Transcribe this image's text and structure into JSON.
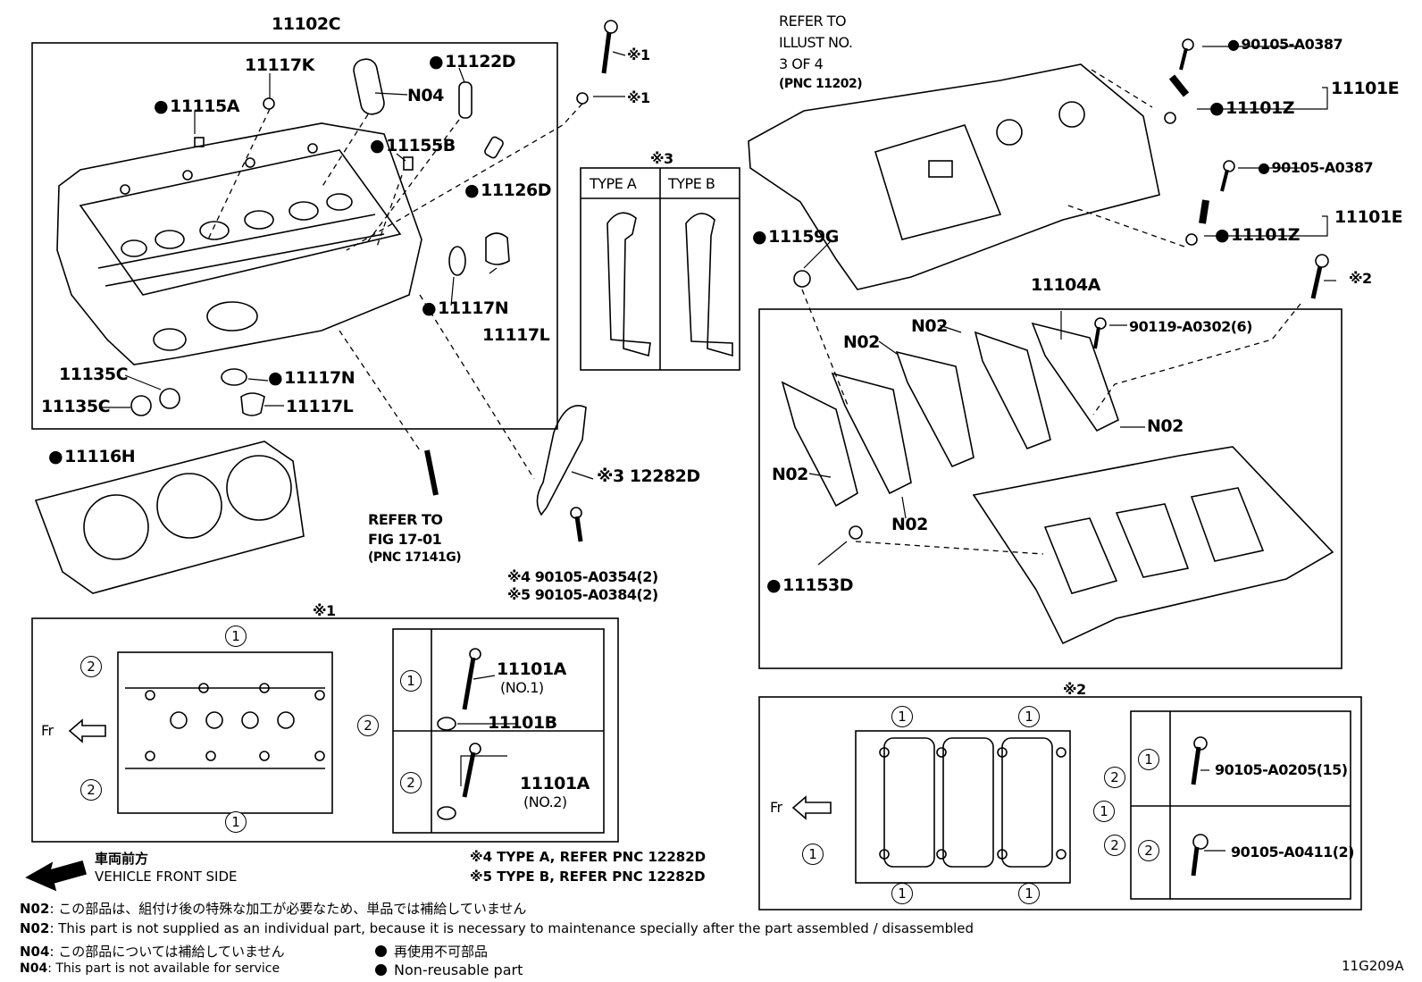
{
  "labels": {
    "cyl_head": "11102C",
    "p11117K": "11117K",
    "p11115A": "11115A",
    "n04": "N04",
    "p11122D": "11122D",
    "p11155B": "11155B",
    "p11126D": "11126D",
    "p11117N_a": "11117N",
    "p11117L_a": "11117L",
    "p11135C_a": "11135C",
    "p11135C_b": "11135C",
    "p11117N_b": "11117N",
    "p11117L_b": "11117L",
    "p11116H": "11116H",
    "mark1_a": "※1",
    "mark1_b": "※1",
    "mark3": "※3",
    "typeA": "TYPE A",
    "typeB": "TYPE B",
    "p12282D": "※3 12282D",
    "refer17_1": "REFER TO",
    "refer17_2": "FIG 17-01",
    "refer17_3": "(PNC 17141G)",
    "bolt4": "※4 90105-A0354(2)",
    "bolt5": "※5 90105-A0384(2)",
    "refer3_1": "REFER TO",
    "refer3_2": "ILLUST NO.",
    "refer3_3": "3 OF 4",
    "refer3_4": "(PNC 11202)",
    "b0387_a": "90105-A0387",
    "b0387_b": "90105-A0387",
    "p11101Z_a": "11101Z",
    "p11101Z_b": "11101Z",
    "p11101E_a": "11101E",
    "p11101E_b": "11101E",
    "p11159G": "11159G",
    "mark2_a": "※2",
    "p11104A": "11104A",
    "n02_a": "N02",
    "n02_b": "N02",
    "n02_c": "N02",
    "n02_d": "N02",
    "n02_e": "N02",
    "b0302": "90119-A0302(6)",
    "p11153D": "11153D",
    "mark1_title": "※1",
    "mark2_title": "※2",
    "fr_a": "Fr",
    "fr_b": "Fr",
    "p11101A_a": "11101A",
    "no1": "(NO.1)",
    "p11101B": "11101B",
    "p11101A_b": "11101A",
    "no2": "(NO.2)",
    "b0205": "90105-A0205(15)",
    "b0411": "90105-A0411(2)",
    "circle1": "1",
    "circle2": "2"
  },
  "notes": {
    "front_jp": "車両前方",
    "front_en": "VEHICLE FRONT SIDE",
    "type4": "※4 TYPE A, REFER PNC 12282D",
    "type5": "※5 TYPE B, REFER PNC 12282D",
    "n02_key": "N02",
    "n02_jp": ": この部品は、組付け後の特殊な加工が必要なため、単品では補給していません",
    "n02_en": ": This part is not supplied as an individual part, because it is necessary to maintenance specially after the part assembled / disassembled",
    "n04_key": "N04",
    "n04_jp": ": この部品については補給していません",
    "n04_en": ": This part is not available for service",
    "legend_jp": "再使用不可部品",
    "legend_en": "Non-reusable part",
    "figure_id": "11G209A"
  }
}
